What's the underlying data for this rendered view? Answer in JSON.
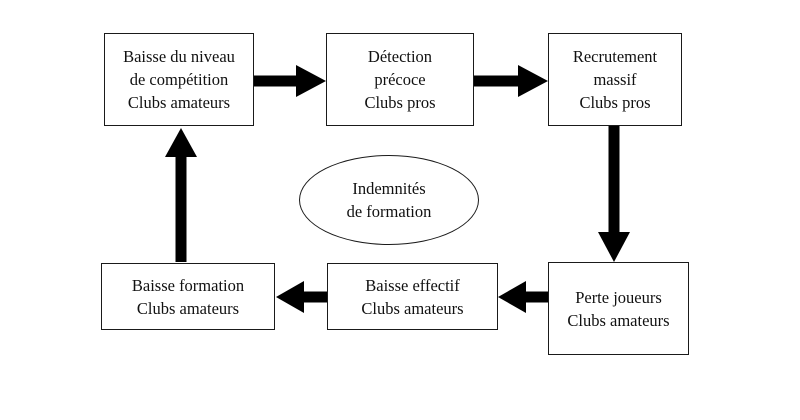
{
  "diagram": {
    "nodes": [
      {
        "id": "baisse-niveau",
        "lines": [
          "Baisse du niveau",
          "de compétition",
          "Clubs amateurs"
        ]
      },
      {
        "id": "detection",
        "lines": [
          "Détection",
          "précoce",
          "Clubs pros"
        ]
      },
      {
        "id": "recrutement",
        "lines": [
          "Recrutement",
          "massif",
          "Clubs pros"
        ]
      },
      {
        "id": "perte-joueurs",
        "lines": [
          "Perte joueurs",
          "Clubs amateurs"
        ]
      },
      {
        "id": "baisse-effectif",
        "lines": [
          "Baisse effectif",
          "Clubs amateurs"
        ]
      },
      {
        "id": "baisse-formation",
        "lines": [
          "Baisse formation",
          "Clubs amateurs"
        ]
      }
    ],
    "center": {
      "lines": [
        "Indemnités",
        "de formation"
      ]
    },
    "edges": [
      {
        "from": "baisse-niveau",
        "to": "detection"
      },
      {
        "from": "detection",
        "to": "recrutement"
      },
      {
        "from": "recrutement",
        "to": "perte-joueurs"
      },
      {
        "from": "perte-joueurs",
        "to": "baisse-effectif"
      },
      {
        "from": "baisse-effectif",
        "to": "baisse-formation"
      },
      {
        "from": "baisse-formation",
        "to": "baisse-niveau"
      }
    ],
    "colors": {
      "stroke": "#1a1a1a",
      "arrow": "#000000",
      "background": "#ffffff"
    }
  }
}
